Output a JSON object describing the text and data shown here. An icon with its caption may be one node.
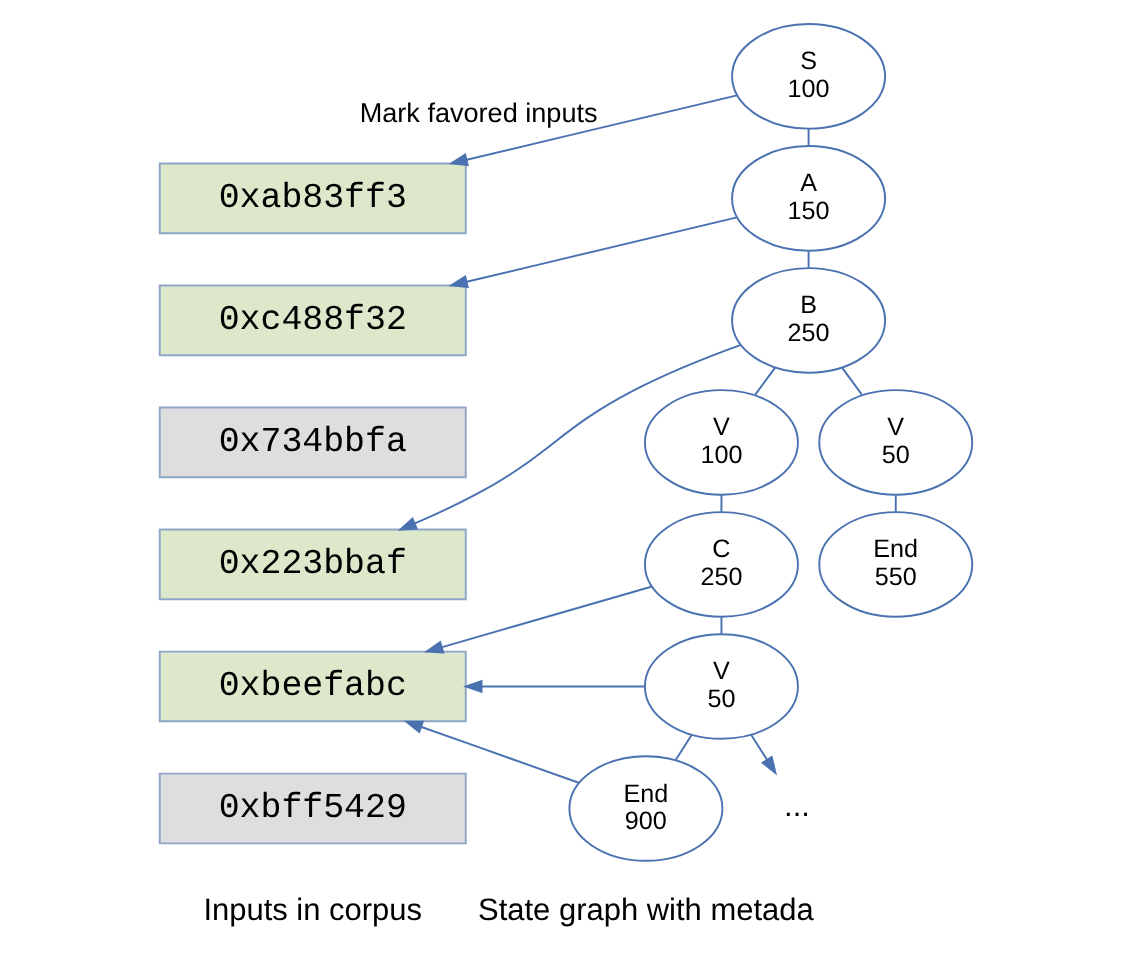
{
  "diagram": {
    "nodes": [
      {
        "text": [
          "0xab83ff3"
        ]
      },
      {
        "text": [
          "0xc488f32"
        ]
      },
      {
        "text": [
          "0x734bbfa"
        ]
      },
      {
        "text": [
          "0x223bbaf"
        ]
      },
      {
        "text": [
          "0xbeefabc"
        ]
      },
      {
        "text": [
          "0xbff5429"
        ]
      },
      {
        "text": [
          "S 100"
        ]
      },
      {
        "text": [
          "A 150"
        ]
      },
      {
        "text": [
          "B 250"
        ]
      },
      {
        "text": [
          "V 100"
        ]
      },
      {
        "text": [
          "V 50"
        ]
      },
      {
        "text": [
          "C 250"
        ]
      },
      {
        "text": [
          "End 550"
        ]
      },
      {
        "text": [
          "V 50"
        ]
      },
      {
        "text": [
          "End 900"
        ]
      },
      {
        "text": [
          "..."
        ]
      }
    ],
    "edges": [
      {
        "from": 6,
        "to": 7,
        "arrow": "none"
      },
      {
        "from": 7,
        "to": 8,
        "arrow": "none"
      },
      {
        "from": 8,
        "to": 9,
        "arrow": "none"
      },
      {
        "from": 8,
        "to": 10,
        "arrow": "none"
      },
      {
        "from": 9,
        "to": 11,
        "arrow": "none"
      },
      {
        "from": 10,
        "to": 12,
        "arrow": "none"
      },
      {
        "from": 11,
        "to": 13,
        "arrow": "none"
      },
      {
        "from": 13,
        "to": 14,
        "arrow": "none"
      },
      {
        "from": 13,
        "to": 15,
        "arrow": "to"
      },
      {
        "from": 6,
        "to": 0,
        "arrow": "to",
        "label": "Mark favored inputs"
      },
      {
        "from": 7,
        "to": 1,
        "arrow": "to"
      },
      {
        "from": 8,
        "to": 3,
        "arrow": "to"
      },
      {
        "from": 11,
        "to": 4,
        "arrow": "to"
      },
      {
        "from": 13,
        "to": 4,
        "arrow": "to"
      },
      {
        "from": 14,
        "to": 4,
        "arrow": "to"
      }
    ],
    "labels": [
      "Inputs in corpus",
      "State graph with metada"
    ]
  }
}
